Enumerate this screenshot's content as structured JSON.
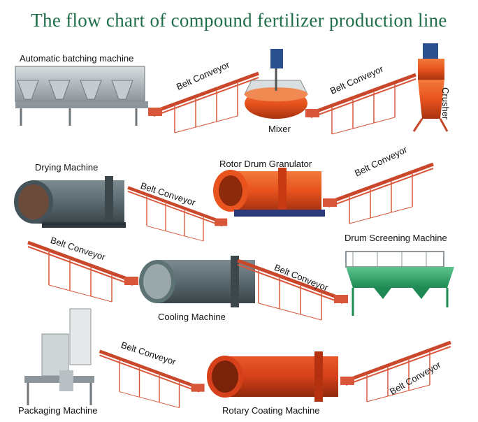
{
  "title": "The flow chart of compound fertilizer production line",
  "labels": {
    "batching": "Automatic batching machine",
    "mixer": "Mixer",
    "crusher": "Crusher",
    "drying": "Drying Machine",
    "granulator": "Rotor Drum Granulator",
    "cooling": "Cooling Machine",
    "screening": "Drum Screening Machine",
    "packaging": "Packaging Machine",
    "coating": "Rotary Coating Machine",
    "conveyor": "Belt Conveyor"
  },
  "colors": {
    "title": "#1f6e4a",
    "conveyor_frame": "#d8573a",
    "drum_orange": "#e8531e",
    "drum_red": "#c73a14",
    "drum_gray": "#5a6a70",
    "screen_green": "#2ea86b",
    "machine_gray": "#b9bfc3"
  }
}
